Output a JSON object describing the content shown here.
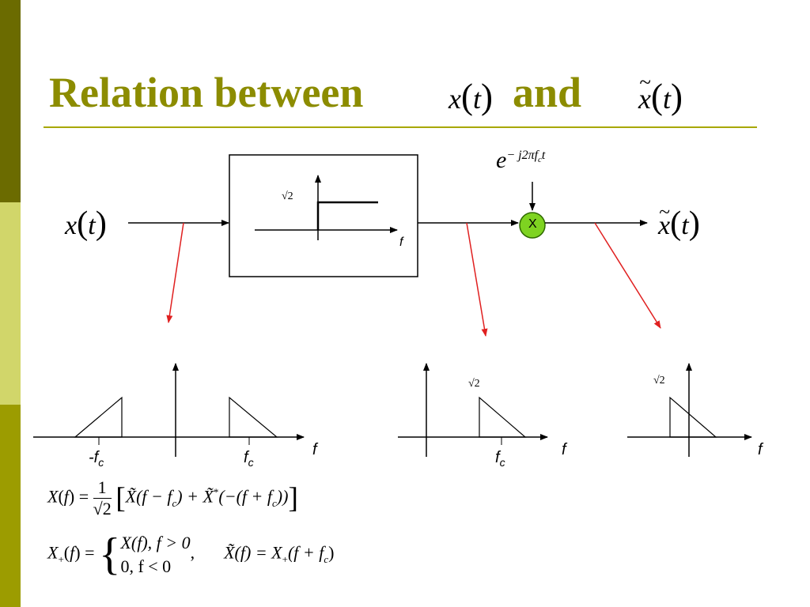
{
  "slide": {
    "title": "Relation between",
    "title_mid": "and",
    "title_sym_x": "x",
    "title_sym_t": "t",
    "colors": {
      "title": "#8c8c00",
      "sidebar_dark": "#6b6b00",
      "sidebar_light": "#d1d66a",
      "sidebar_mid": "#9c9c00",
      "mixer": "#7ed321",
      "pointer": "#e02020"
    }
  },
  "block": {
    "input_x": "x",
    "input_t": "t",
    "output_x": "x",
    "output_t": "t",
    "filter_gain": "√2",
    "filter_axis": "f",
    "mixer_symbol": "X",
    "carrier_base": "e",
    "carrier_exp": "− j2πf",
    "carrier_exp_sub": "c",
    "carrier_exp_tail": "t"
  },
  "spectra": {
    "left_axis": "f",
    "left_neg_tick": "-f",
    "left_pos_tick": "f",
    "tick_sub": "c",
    "mid_axis": "f",
    "mid_gain": "√2",
    "mid_tick": "f",
    "right_axis": "f",
    "right_gain": "√2"
  },
  "equations": {
    "eq1_lhs": "X",
    "eq1_arg": "f",
    "eq1_num": "1",
    "eq1_den": "√2",
    "eq1_body": "X̃(f − f",
    "eq1_body2": ") + X̃",
    "eq1_star": "*",
    "eq1_body3": "(−(f + f",
    "eq1_body4": "))",
    "eq2_lhs": "X",
    "eq2_plus": "+",
    "eq2_case1": "X(f),  f > 0",
    "eq2_case2": "0,         f < 0",
    "eq2_rhs": "X̃(f) = X",
    "eq2_rhs_tail": "(f + f",
    "sub_c": "c"
  }
}
